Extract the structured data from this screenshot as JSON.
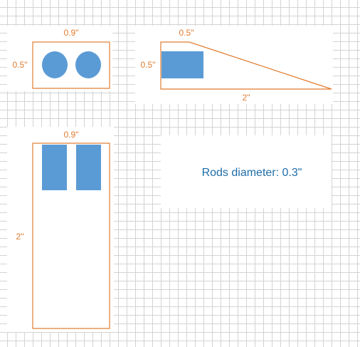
{
  "colors": {
    "outline": "#e07b2f",
    "rod_fill": "#5b9bd5",
    "note_text": "#1f6ea8",
    "label_bg": "#ffffff",
    "grid": "#d3d3d3"
  },
  "top_view": {
    "width_label": "0.9\"",
    "height_label": "0.5\""
  },
  "side_view": {
    "top_label": "0.5\"",
    "height_label": "0.5\"",
    "bottom_label": "2\""
  },
  "front_view": {
    "width_label": "0.9\"",
    "height_label": "2\""
  },
  "note": {
    "text": "Rods diameter: 0.3\""
  }
}
